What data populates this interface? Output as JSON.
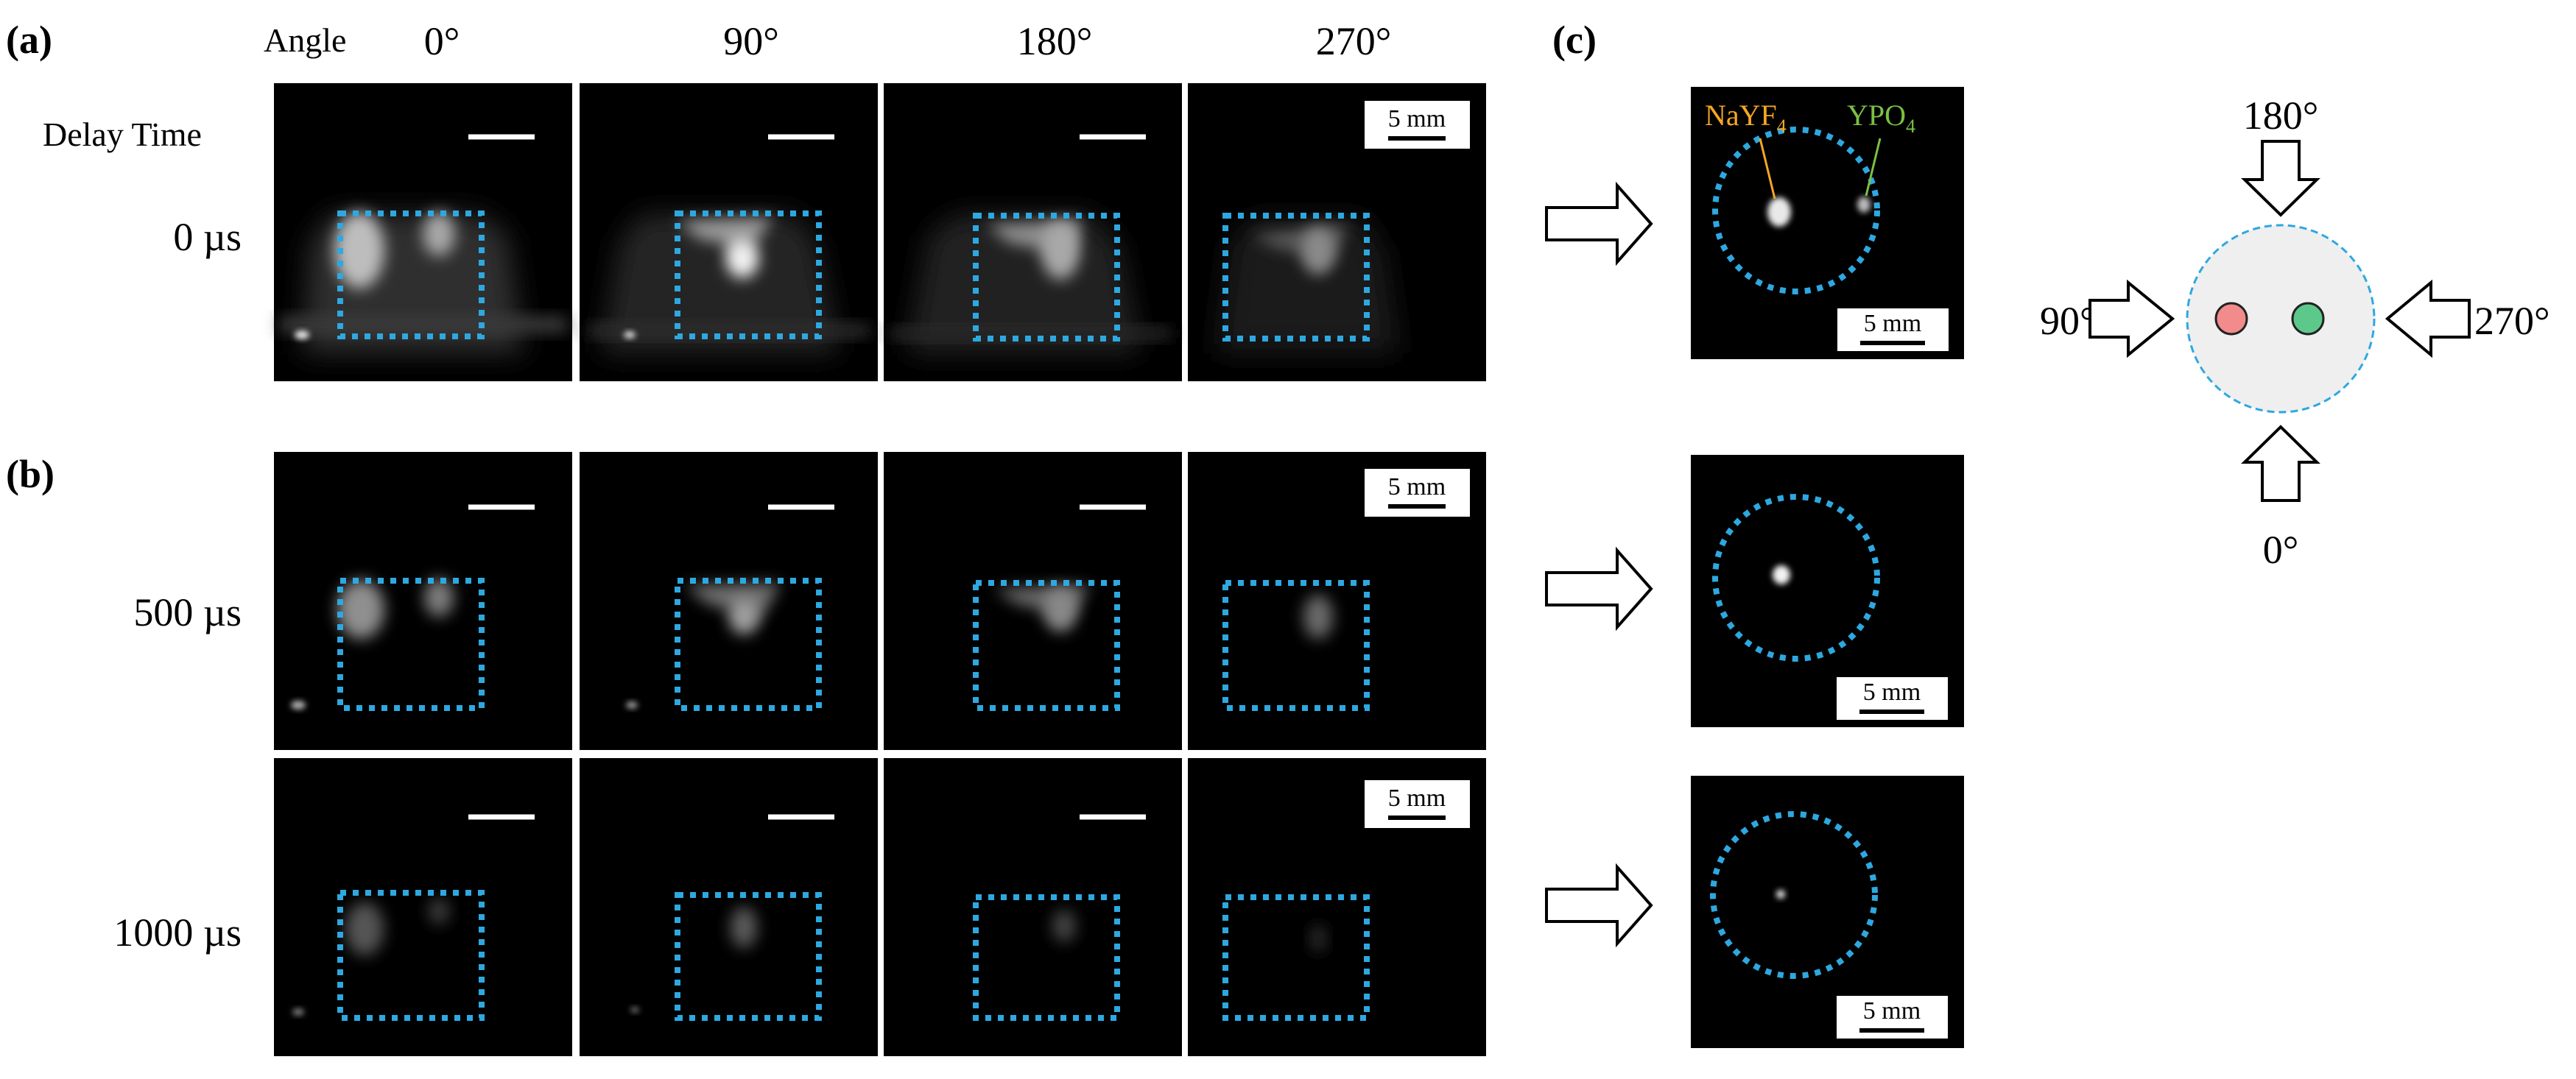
{
  "panel_labels": {
    "a": "(a)",
    "b": "(b)",
    "c": "(c)"
  },
  "header": {
    "angle_label": "Angle",
    "delay_label": "Delay Time",
    "angles": [
      "0°",
      "90°",
      "180°",
      "270°"
    ]
  },
  "rows": [
    {
      "delay": "0 µs"
    },
    {
      "delay": "500 µs"
    },
    {
      "delay": "1000 µs"
    }
  ],
  "scale_bar_label": "5 mm",
  "reconstruction": {
    "material_a": "NaYF",
    "material_a_sub": "4",
    "material_b": "YPO",
    "material_b_sub": "4",
    "material_a_color": "#f5a623",
    "material_b_color": "#7bc043"
  },
  "schematic": {
    "top_angle": "180°",
    "left_angle": "90°",
    "right_angle": "270°",
    "bottom_angle": "0°",
    "left_dot_color": "#f28b8b",
    "right_dot_color": "#5cc98a",
    "disk_fill": "#efefef"
  },
  "colors": {
    "roi_dotted": "#2ea8e0",
    "image_bg": "#000000"
  }
}
